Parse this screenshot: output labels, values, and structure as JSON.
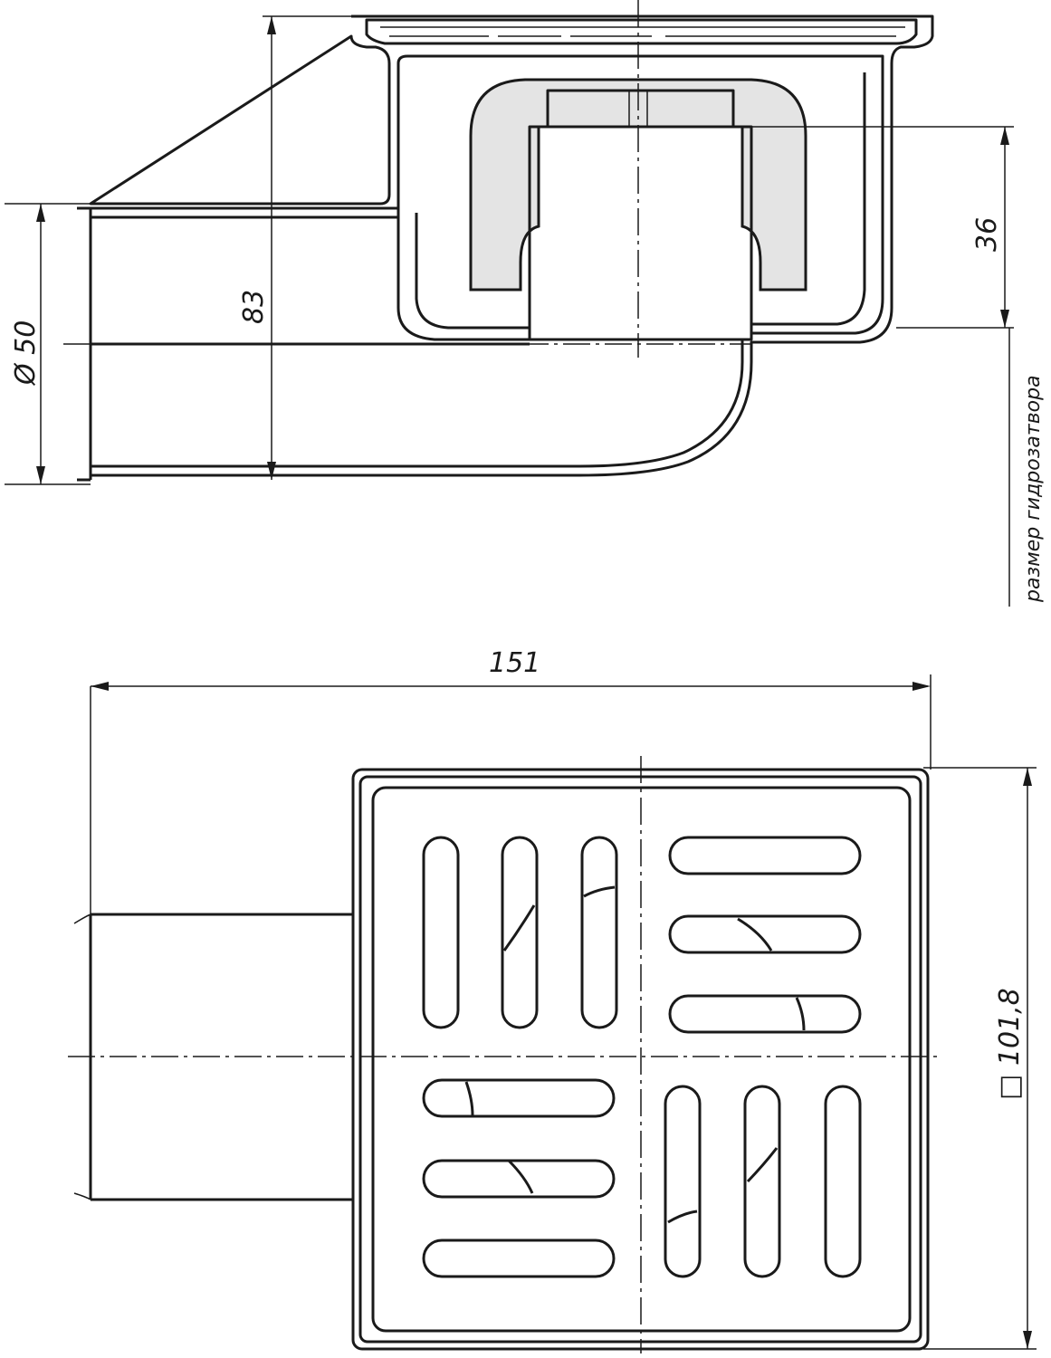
{
  "drawing": {
    "side_view": {
      "diameter_label": "Ø 50",
      "height_label": "83",
      "seal_label": "36",
      "seal_note": "размер гидрозатвора"
    },
    "top_view": {
      "width_label": "151",
      "square_label": "□ 101,8"
    },
    "line_color": "#1a1a1a"
  }
}
